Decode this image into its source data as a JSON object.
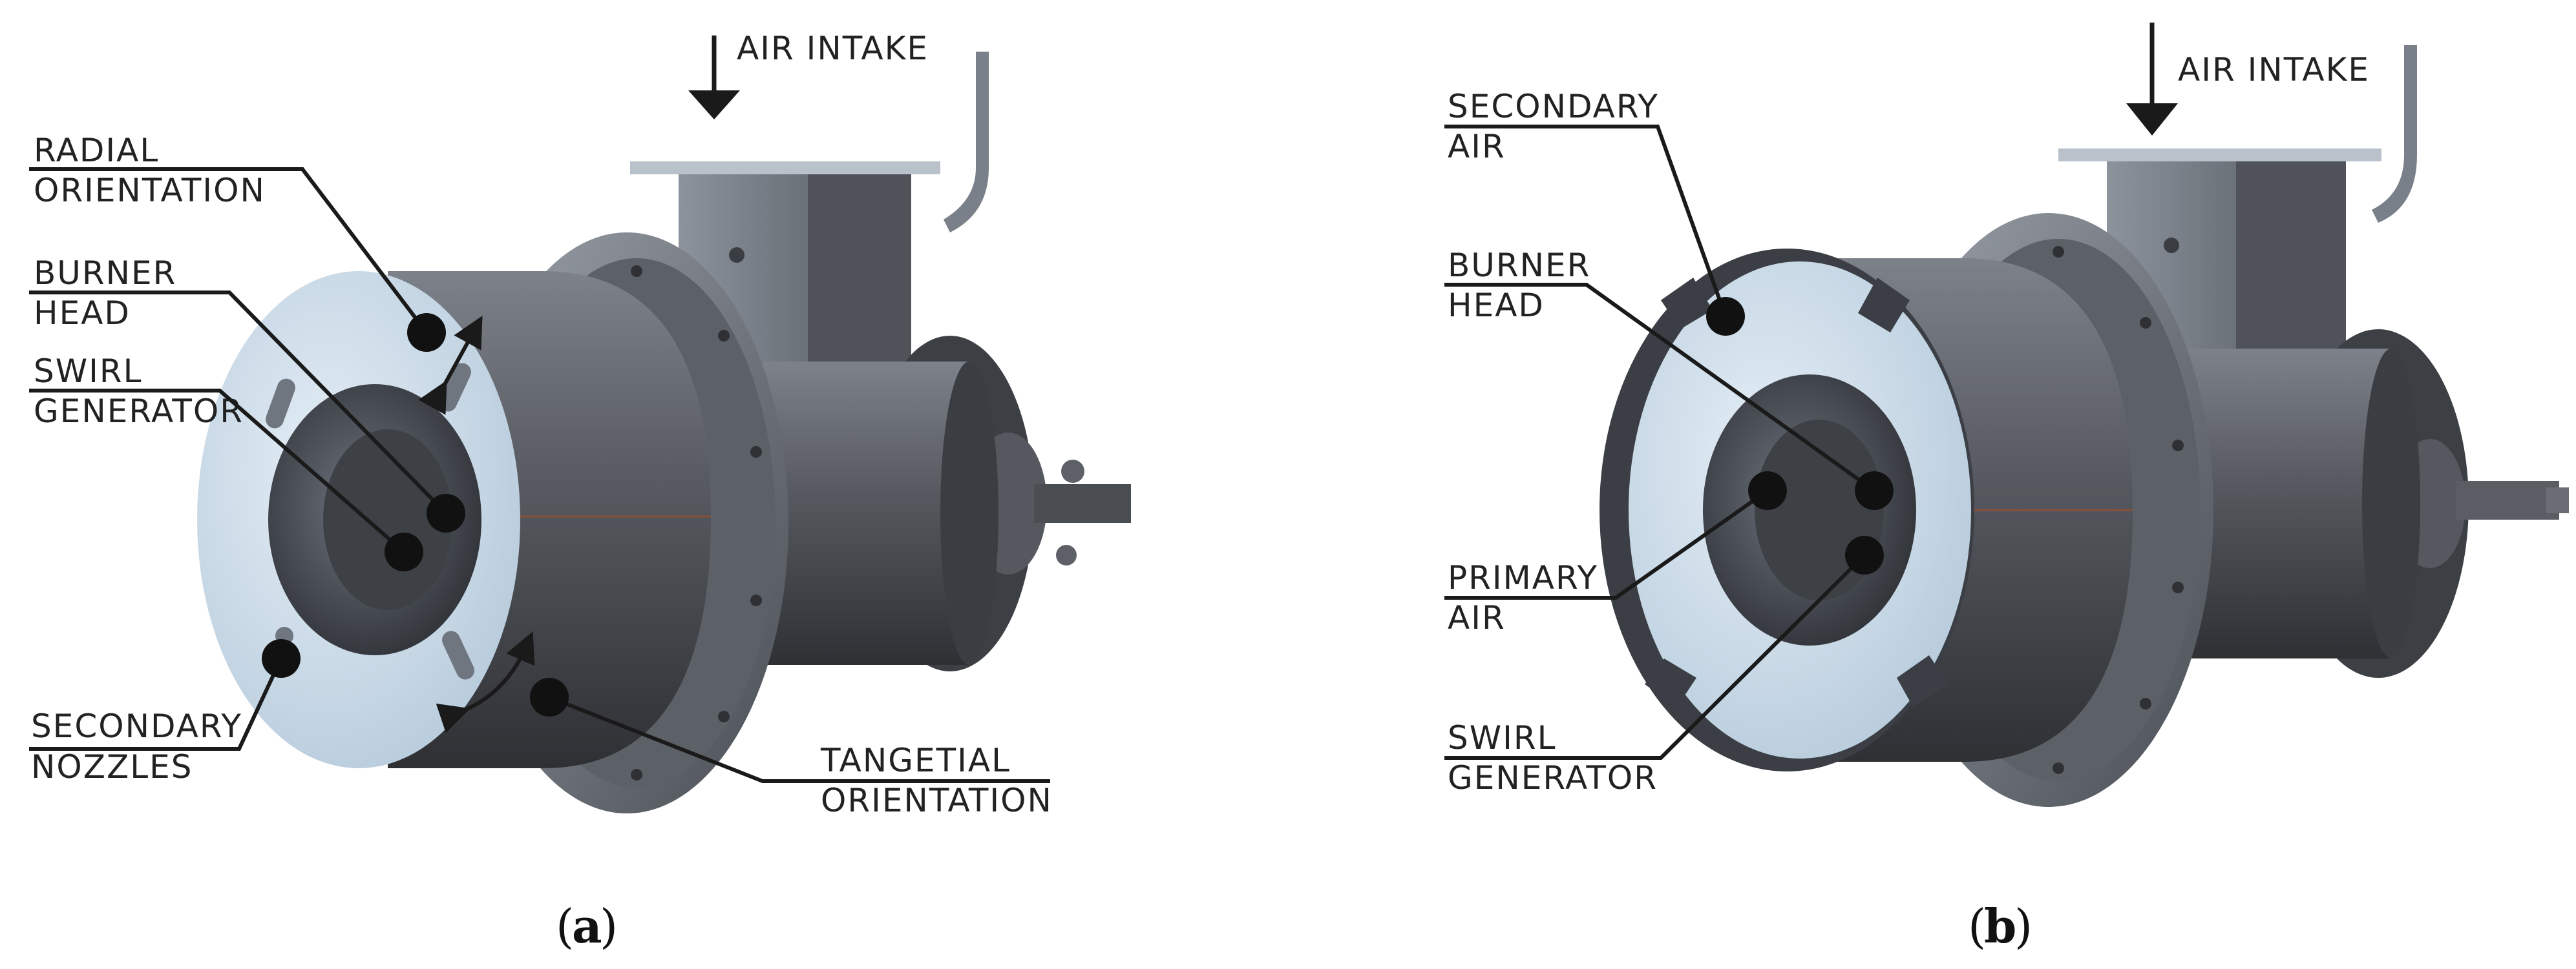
{
  "panel_a": {
    "labels": {
      "air_intake": "AIR INTAKE",
      "radial_1": "RADIAL",
      "radial_2": "ORIENTATION",
      "burner_1": "BURNER",
      "burner_2": "HEAD",
      "swirl_1": "SWIRL",
      "swirl_2": "GENERATOR",
      "secondary_1": "SECONDARY",
      "secondary_2": "NOZZLES",
      "tangential_1": "TANGETIAL",
      "tangential_2": "ORIENTATION"
    },
    "caption_open": "(",
    "caption_letter": "a",
    "caption_close": ")"
  },
  "panel_b": {
    "labels": {
      "air_intake": "AIR INTAKE",
      "secondary_1": "SECONDARY",
      "secondary_2": "AIR",
      "burner_1": "BURNER",
      "burner_2": "HEAD",
      "primary_1": "PRIMARY",
      "primary_2": "AIR",
      "swirl_1": "SWIRL",
      "swirl_2": "GENERATOR"
    },
    "caption_open": "(",
    "caption_letter": "b",
    "caption_close": ")"
  },
  "colors": {
    "face": "#c6d8e6",
    "body_dark": "#4a4d52",
    "flange": "#6b7078",
    "leader": "#1a1a1a"
  }
}
